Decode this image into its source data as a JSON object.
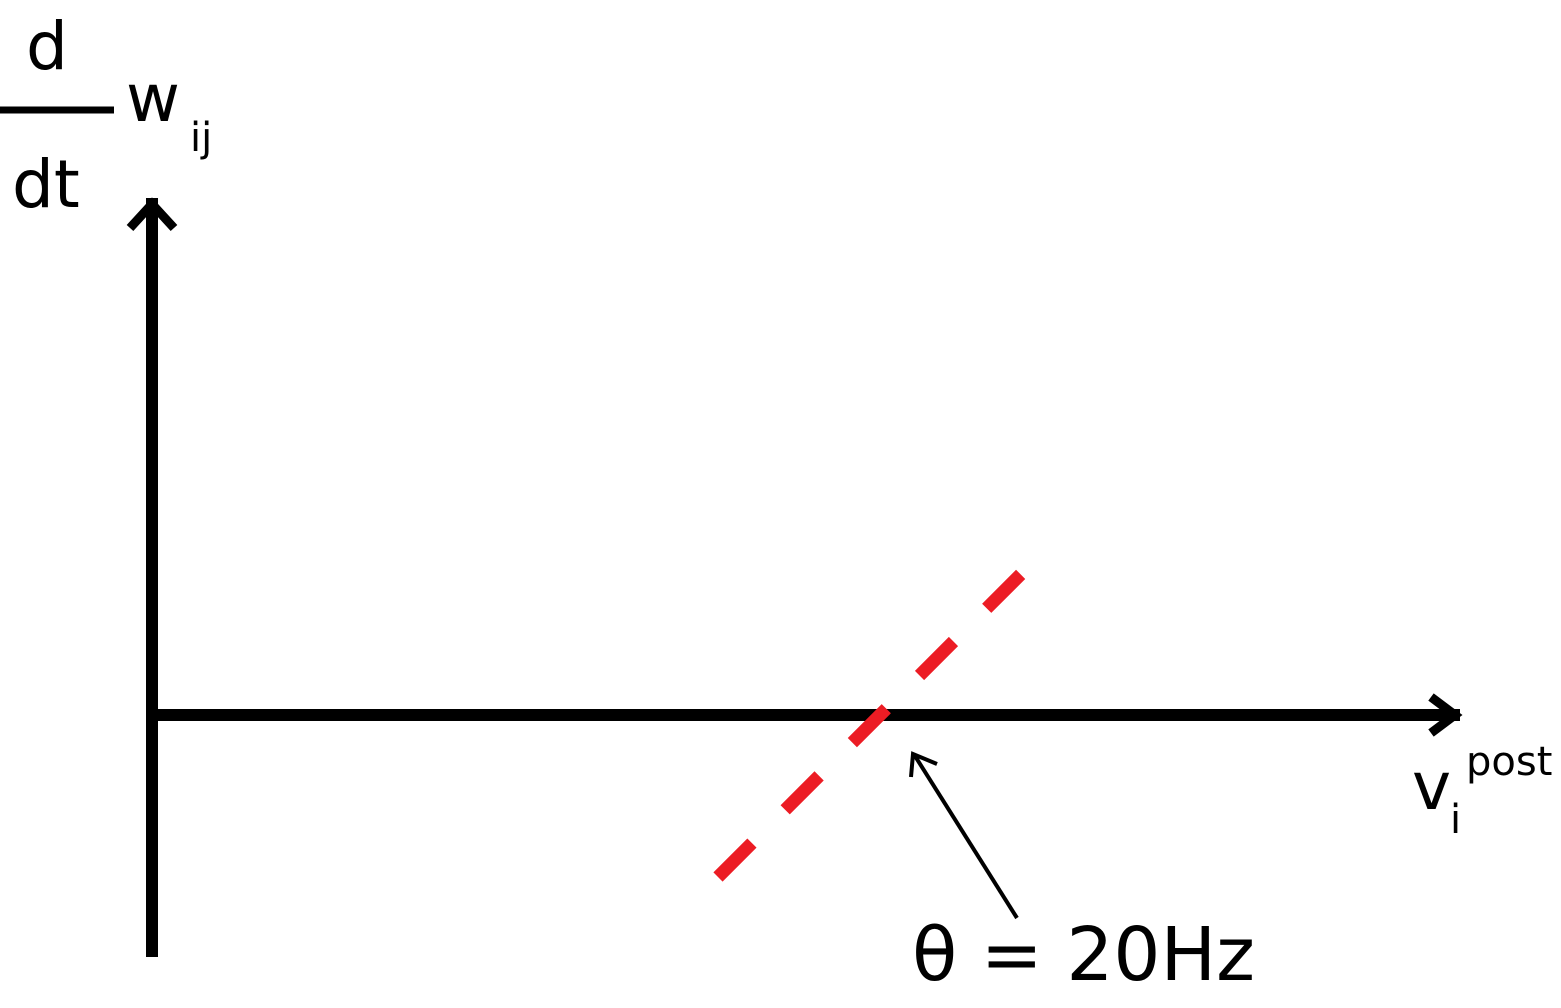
{
  "diagram": {
    "y_label": {
      "numerator": "d",
      "denominator": "dt",
      "variable": "w",
      "subscript": "ij"
    },
    "x_label": {
      "variable": "v",
      "subscript": "i",
      "superscript": "post"
    },
    "threshold_label": "θ = 20Hz",
    "colors": {
      "axes": "#000000",
      "rule_line": "#ec1c24",
      "annotation_arrow": "#000000"
    }
  }
}
